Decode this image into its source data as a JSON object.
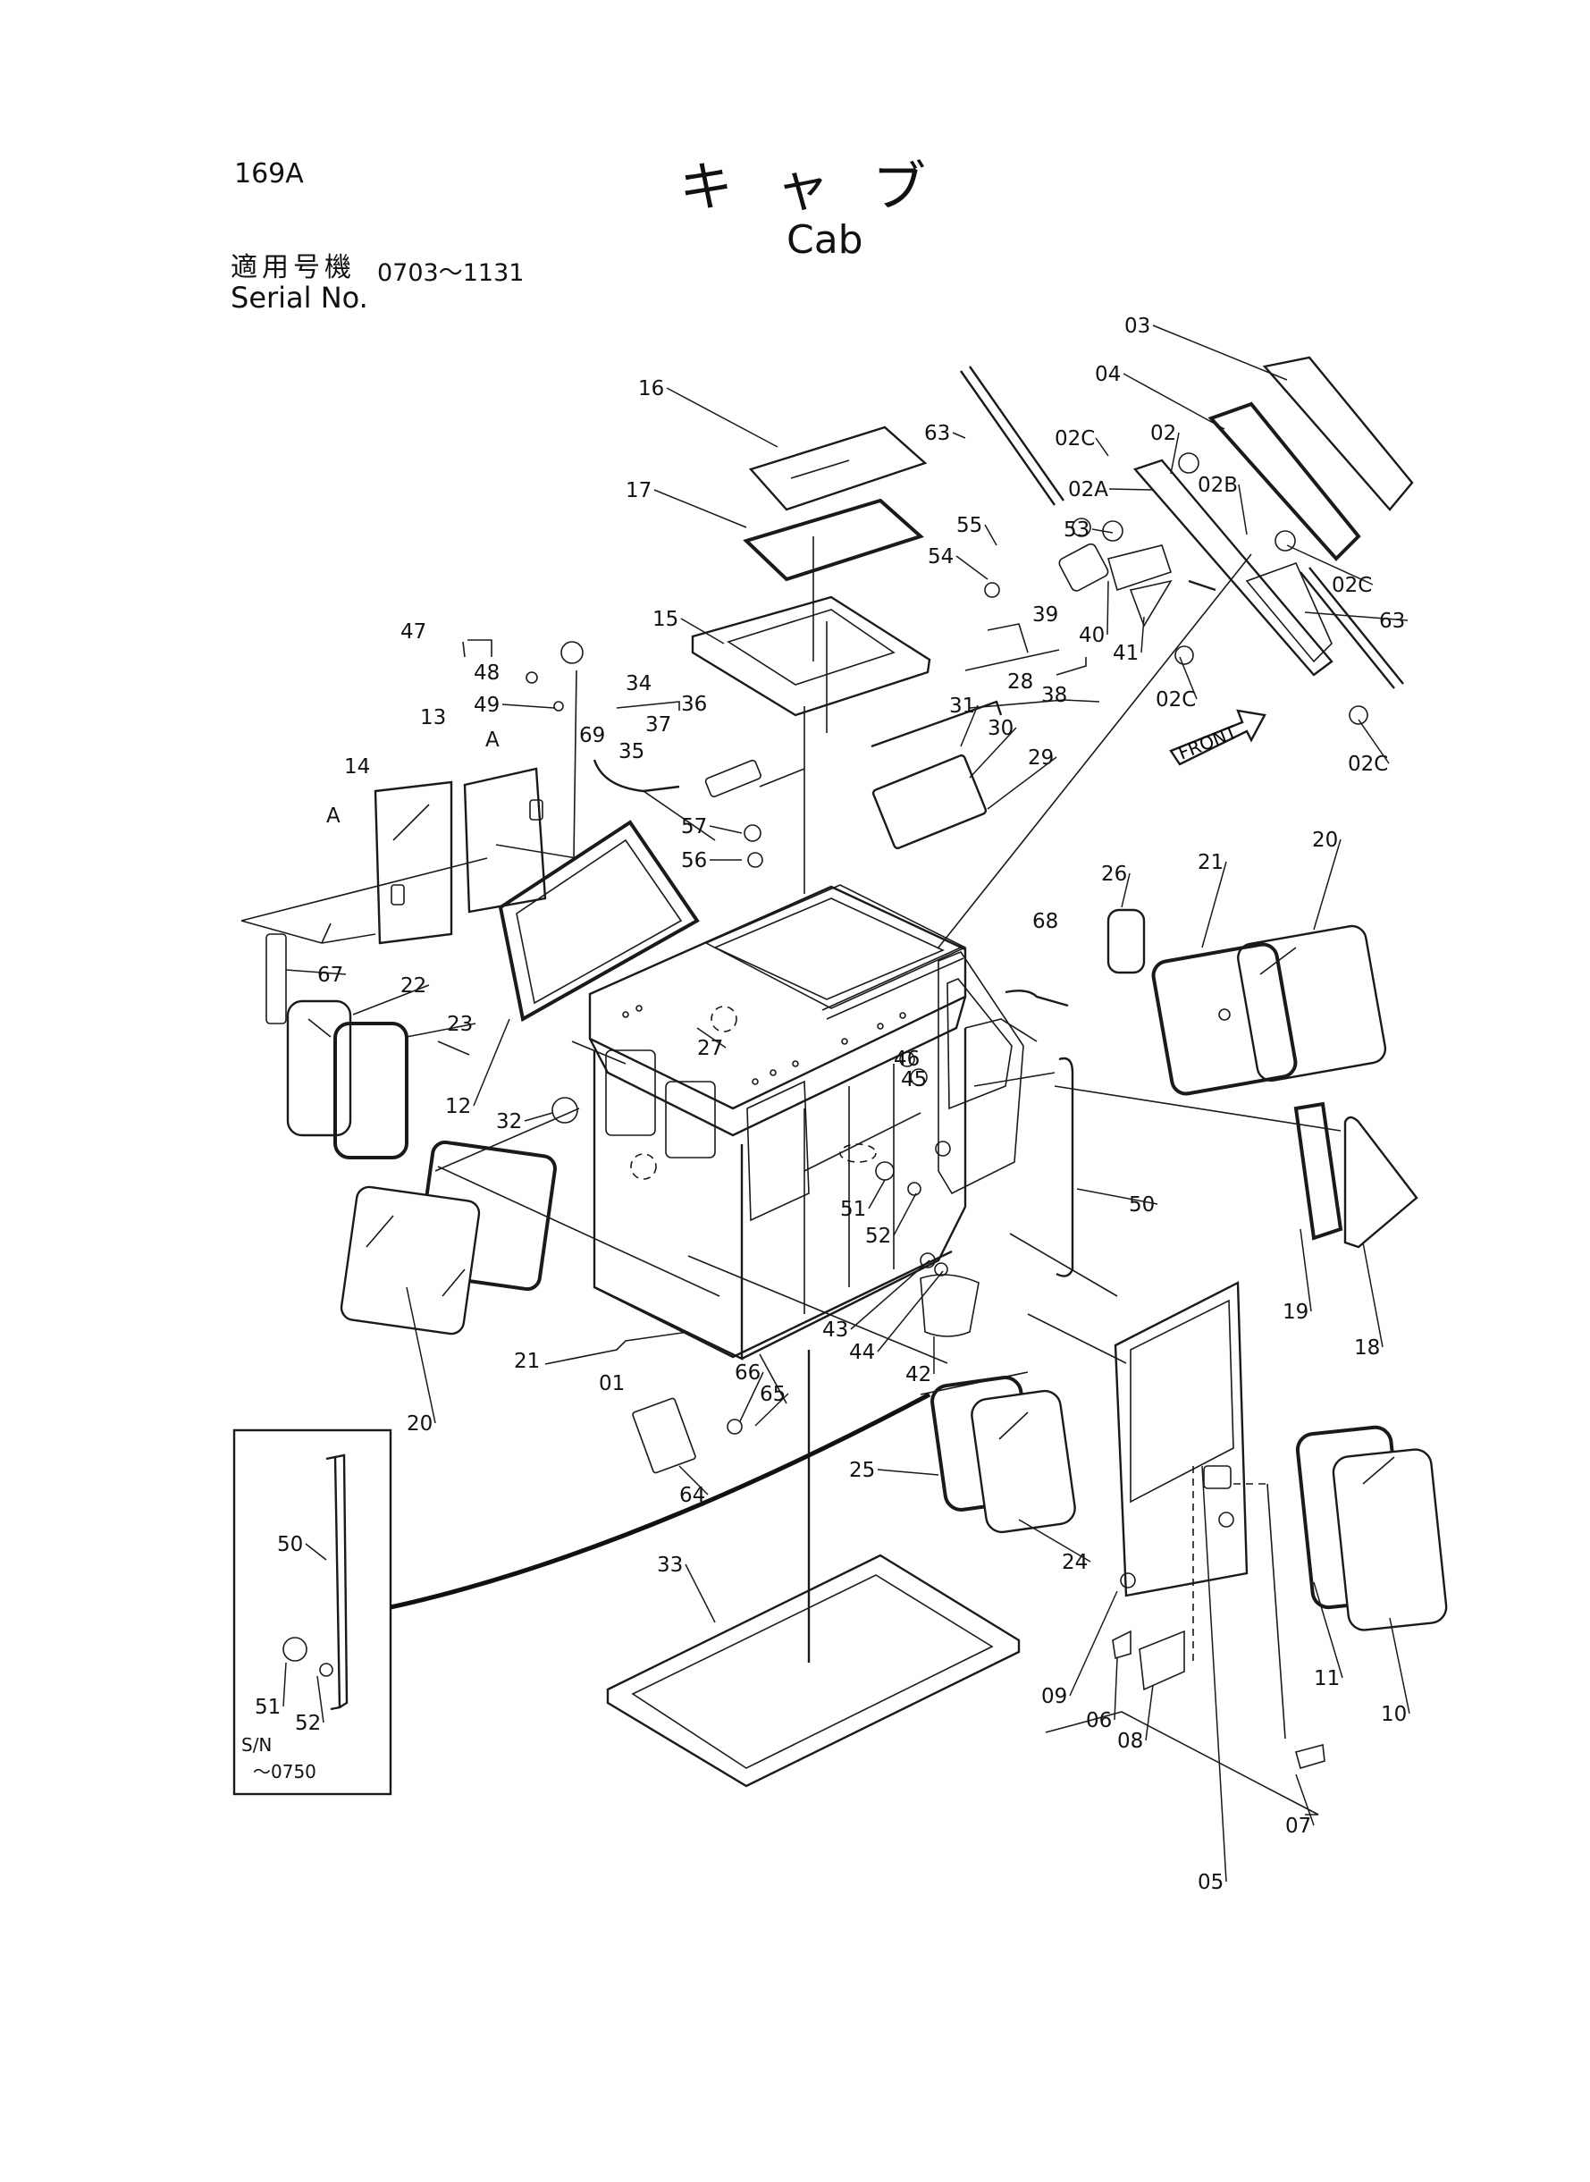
{
  "header": {
    "page_number": "169A",
    "title_jp": "キャブ",
    "title_en": "Cab",
    "serial_label_jp": "適用号機",
    "serial_label_en": "Serial No.",
    "serial_range": "0703～1131"
  },
  "inset": {
    "serial_label": "S/N",
    "serial_range": "～0750"
  },
  "front_arrow_label": "FRONT",
  "callouts": [
    "01",
    "02",
    "02A",
    "02B",
    "02C",
    "03",
    "04",
    "05",
    "06",
    "07",
    "08",
    "09",
    "10",
    "11",
    "12",
    "13",
    "14",
    "15",
    "16",
    "17",
    "18",
    "19",
    "20",
    "21",
    "22",
    "23",
    "24",
    "25",
    "26",
    "27",
    "28",
    "29",
    "30",
    "31",
    "32",
    "33",
    "34",
    "35",
    "36",
    "37",
    "38",
    "39",
    "40",
    "41",
    "42",
    "43",
    "44",
    "45",
    "46",
    "47",
    "48",
    "49",
    "50",
    "51",
    "52",
    "53",
    "54",
    "55",
    "56",
    "57",
    "63",
    "64",
    "65",
    "66",
    "67",
    "68",
    "69",
    "A"
  ]
}
